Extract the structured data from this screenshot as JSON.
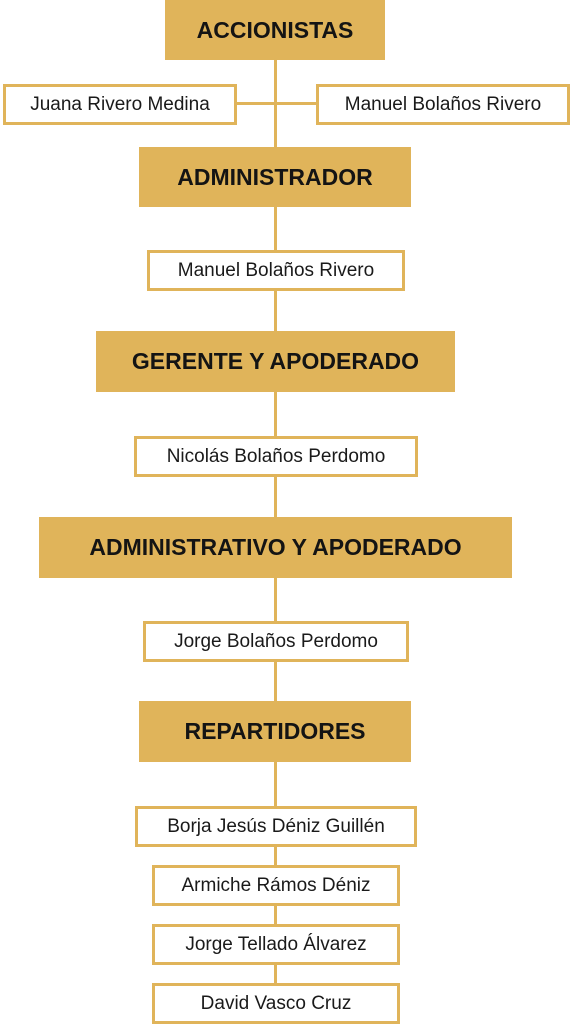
{
  "chart": {
    "accionistas": {
      "title": "ACCIONISTAS",
      "members": [
        "Juana Rivero Medina",
        "Manuel Bolaños Rivero"
      ]
    },
    "administrador": {
      "title": "ADMINISTRADOR",
      "members": [
        "Manuel Bolaños Rivero"
      ]
    },
    "gerente": {
      "title": "GERENTE Y APODERADO",
      "members": [
        "Nicolás Bolaños Perdomo"
      ]
    },
    "administrativo": {
      "title": "ADMINISTRATIVO Y APODERADO",
      "members": [
        "Jorge Bolaños Perdomo"
      ]
    },
    "repartidores": {
      "title": "REPARTIDORES",
      "members": [
        "Borja Jesús Déniz Guillén",
        "Armiche Rámos Déniz",
        "Jorge Tellado Álvarez",
        "David Vasco Cruz"
      ]
    }
  },
  "colors": {
    "accent": "#e0b45a",
    "text": "#141414"
  }
}
